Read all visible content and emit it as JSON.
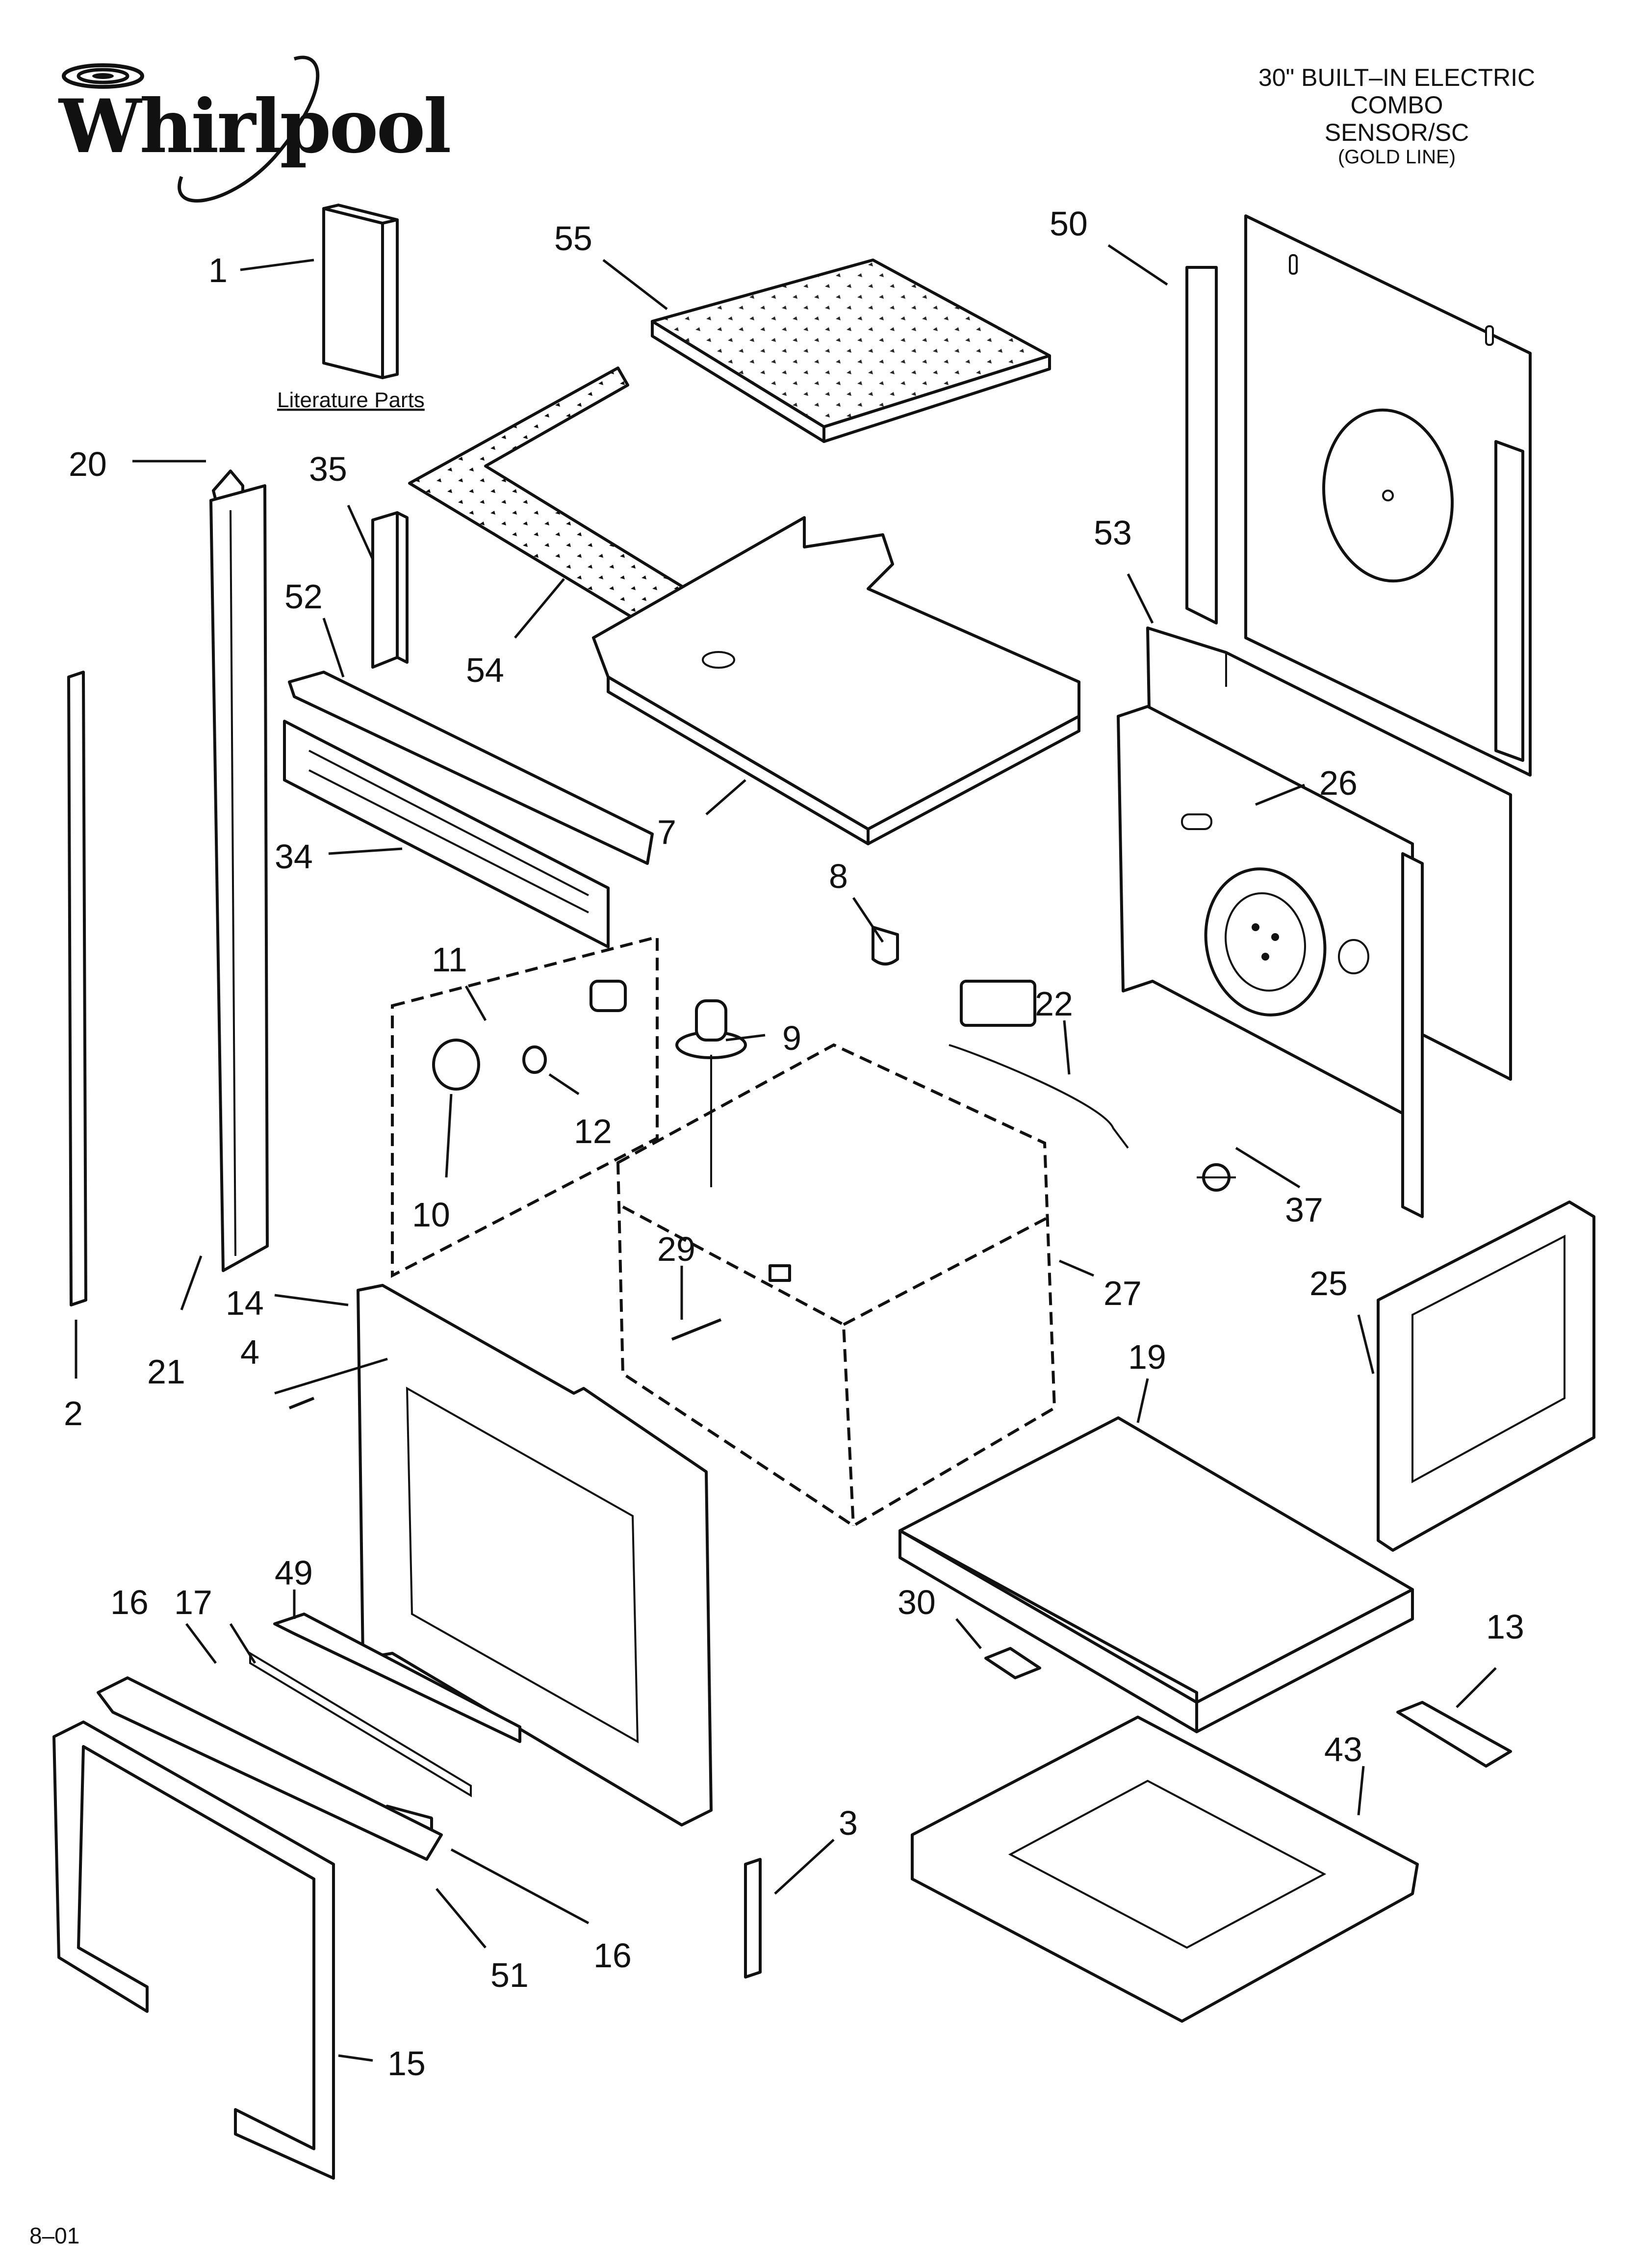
{
  "brand": {
    "logo_text": "Whirlpool"
  },
  "title_block": {
    "line1": "30\" BUILT–IN ELECTRIC",
    "line2": "COMBO",
    "line3": "SENSOR/SC",
    "line4": "(GOLD LINE)"
  },
  "literature_label": "Literature Parts",
  "footer_code": "8–01",
  "callouts": [
    {
      "id": "c1",
      "label": "1"
    },
    {
      "id": "c2",
      "label": "2"
    },
    {
      "id": "c3",
      "label": "3"
    },
    {
      "id": "c4",
      "label": "4"
    },
    {
      "id": "c7",
      "label": "7"
    },
    {
      "id": "c8",
      "label": "8"
    },
    {
      "id": "c9",
      "label": "9"
    },
    {
      "id": "c10",
      "label": "10"
    },
    {
      "id": "c11",
      "label": "11"
    },
    {
      "id": "c12",
      "label": "12"
    },
    {
      "id": "c13",
      "label": "13"
    },
    {
      "id": "c14",
      "label": "14"
    },
    {
      "id": "c15",
      "label": "15"
    },
    {
      "id": "c16a",
      "label": "16"
    },
    {
      "id": "c16b",
      "label": "16"
    },
    {
      "id": "c17",
      "label": "17"
    },
    {
      "id": "c19",
      "label": "19"
    },
    {
      "id": "c20",
      "label": "20"
    },
    {
      "id": "c21",
      "label": "21"
    },
    {
      "id": "c22",
      "label": "22"
    },
    {
      "id": "c25",
      "label": "25"
    },
    {
      "id": "c26",
      "label": "26"
    },
    {
      "id": "c27",
      "label": "27"
    },
    {
      "id": "c29",
      "label": "29"
    },
    {
      "id": "c30",
      "label": "30"
    },
    {
      "id": "c34",
      "label": "34"
    },
    {
      "id": "c35",
      "label": "35"
    },
    {
      "id": "c37",
      "label": "37"
    },
    {
      "id": "c43",
      "label": "43"
    },
    {
      "id": "c49",
      "label": "49"
    },
    {
      "id": "c50",
      "label": "50"
    },
    {
      "id": "c51",
      "label": "51"
    },
    {
      "id": "c52",
      "label": "52"
    },
    {
      "id": "c53",
      "label": "53"
    },
    {
      "id": "c54",
      "label": "54"
    },
    {
      "id": "c55",
      "label": "55"
    }
  ]
}
